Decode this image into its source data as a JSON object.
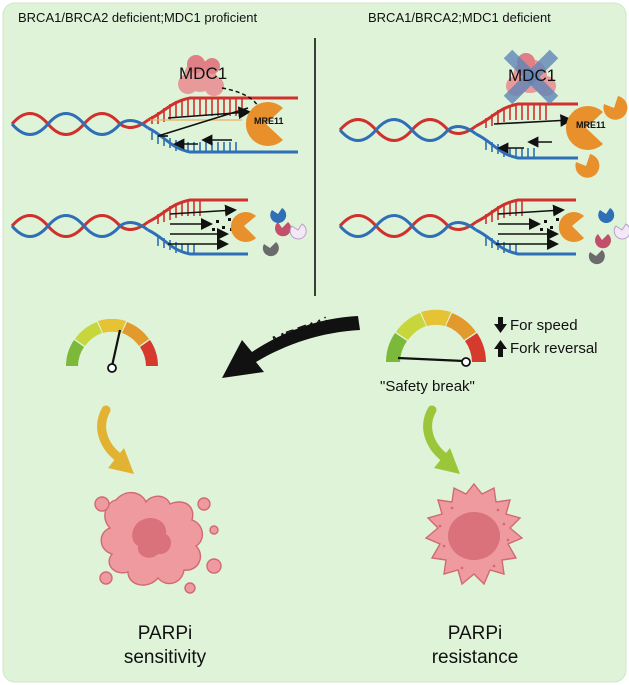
{
  "headers": {
    "left": "BRCA1/BRCA2 deficient;MDC1 proficient",
    "right": "BRCA1/BRCA2;MDC1 deficient"
  },
  "proteins": {
    "mdc1_left": "MDC1",
    "mdc1_right": "MDC1",
    "mre11_left": "MRE11",
    "mre11_right": "MRE11"
  },
  "inhibitor": "MRE11i",
  "legend": {
    "speed": "For speed",
    "reversal": "Fork reversal",
    "safety": "\"Safety break\""
  },
  "outcomes": {
    "left_line1": "PARPi",
    "left_line2": "sensitivity",
    "right_line1": "PARPi",
    "right_line2": "resistance"
  },
  "colors": {
    "panel_bg": "#dff3d9",
    "dna_red": "#d0312d",
    "dna_blue": "#2f6fb5",
    "mre11_orange": "#e8902c",
    "mdc1_pink": "#e89a9a",
    "cross_blue": "#5f86b8",
    "cell_pink": "#ef9a9e",
    "nucleus": "#d9727a",
    "arrow_yellow": "#e2b233",
    "arrow_green": "#9bc63a"
  }
}
